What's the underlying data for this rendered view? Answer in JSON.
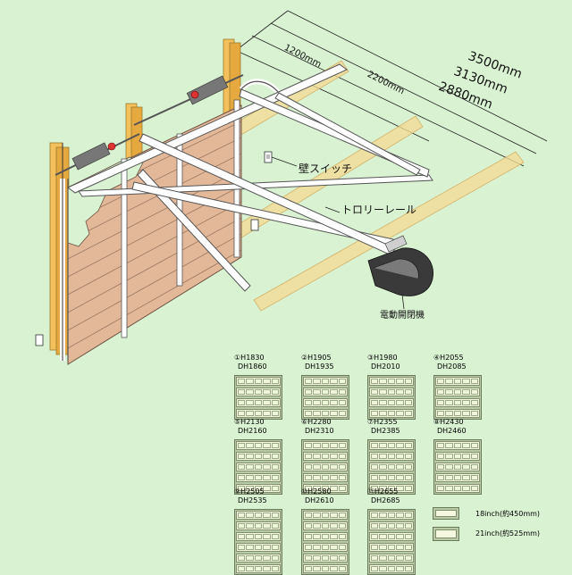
{
  "dimensions": {
    "outer": [
      "3500mm",
      "3130mm",
      "2880mm"
    ],
    "rail_1": "1200mm",
    "rail_2": "2200mm"
  },
  "callouts": {
    "wall_switch": "壁スイッチ",
    "trolley_rail": "トロリーレール",
    "opener": "電動開閉機"
  },
  "panels": [
    {
      "h": "①H1830",
      "dh": "DH1860",
      "rows": 4
    },
    {
      "h": "②H1905",
      "dh": "DH1935",
      "rows": 4
    },
    {
      "h": "③H1980",
      "dh": "DH2010",
      "rows": 4
    },
    {
      "h": "④H2055",
      "dh": "DH2085",
      "rows": 4
    },
    {
      "h": "⑤H2130",
      "dh": "DH2160",
      "rows": 5
    },
    {
      "h": "⑥H2280",
      "dh": "DH2310",
      "rows": 5
    },
    {
      "h": "⑦H2355",
      "dh": "DH2385",
      "rows": 5
    },
    {
      "h": "⑧H2430",
      "dh": "DH2460",
      "rows": 5
    },
    {
      "h": "⑨H2505",
      "dh": "DH2535",
      "rows": 6
    },
    {
      "h": "⑩H2580",
      "dh": "DH2610",
      "rows": 6
    },
    {
      "h": "⑪H2655",
      "dh": "DH2685",
      "rows": 6
    }
  ],
  "sections": [
    {
      "label": "18inch(約450mm)"
    },
    {
      "label": "21inch(約525mm)"
    }
  ],
  "colors": {
    "background": "#d9f2d2",
    "door_panel": "#e3b898",
    "wood_beam": "#f3da95",
    "panel_row": "#f4f8df",
    "steel": "#ffffff",
    "opener_body": "#3a3a3a"
  }
}
